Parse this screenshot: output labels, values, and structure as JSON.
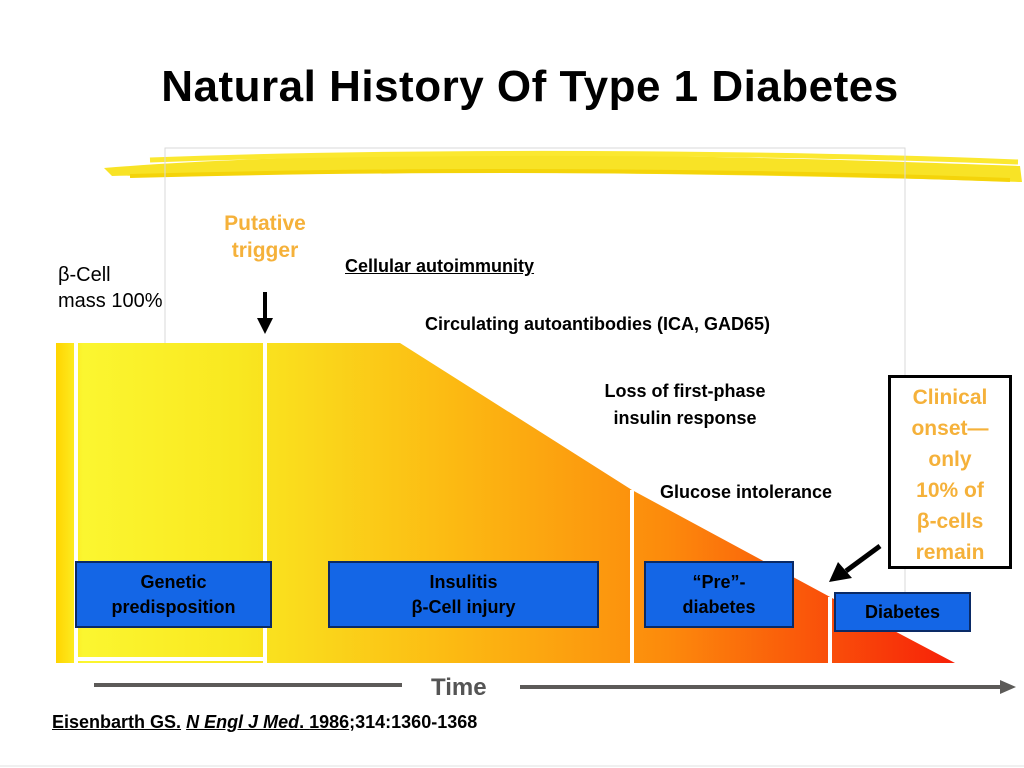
{
  "title": "Natural History Of Type 1 Diabetes",
  "beta_cell_mass": {
    "symbol": "β",
    "line1": "-Cell",
    "line2": "mass 100%"
  },
  "putative_trigger": {
    "line1": "Putative",
    "line2": "trigger"
  },
  "stages_text": {
    "cellular": "Cellular autoimmunity",
    "circulating": "Circulating autoantibodies (ICA, GAD65)",
    "loss_line1": "Loss of first-phase",
    "loss_line2": "insulin response",
    "glucose": "Glucose intolerance"
  },
  "clinical_onset": {
    "line1": "Clinical",
    "line2": "onset—",
    "line3": "only",
    "line4": "10% of",
    "line5_symbol": "β",
    "line5": "-cells",
    "line6": "remain"
  },
  "boxes": {
    "genetic": {
      "line1": "Genetic",
      "line2": "predisposition"
    },
    "insulitis": {
      "line1": "Insulitis",
      "line2_symbol": "β",
      "line2": "-Cell injury"
    },
    "prediabetes": {
      "line1": "“Pre”-",
      "line2": "diabetes"
    },
    "diabetes": {
      "label": "Diabetes"
    }
  },
  "time_label": "Time",
  "citation": {
    "author": "Eisenbarth GS.",
    "journal": "N Engl J Med",
    "year": "1986",
    "rest": ";314:1360-1368"
  },
  "colors": {
    "gradient_start": "#f8f030",
    "gradient_mid": "#fcaa10",
    "gradient_end": "#f82a10",
    "accent_text": "#f5b13a",
    "box_fill": "#1466e6"
  }
}
